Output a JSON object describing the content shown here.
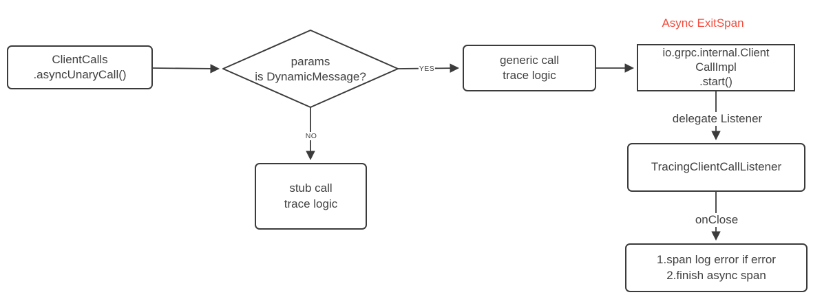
{
  "diagram": {
    "title": {
      "label": "Async ExitSpan",
      "color": "#f54b3c"
    },
    "style": {
      "line_color": "#3b3b3b",
      "text_color": "#3f3f3f",
      "background": "#ffffff"
    },
    "nodes": {
      "client_calls": {
        "line1": "ClientCalls",
        "line2": ".asyncUnaryCall()"
      },
      "decision": {
        "line1": "params",
        "line2": "is DynamicMessage?"
      },
      "generic_call": {
        "line1": "generic call",
        "line2": "trace logic"
      },
      "stub_call": {
        "line1": "stub call",
        "line2": "trace logic"
      },
      "client_call_impl": {
        "line1": "io.grpc.internal.Client",
        "line2": "CallImpl",
        "line3": ".start()"
      },
      "tracing_listener": {
        "line1": "TracingClientCallListener"
      },
      "on_close_actions": {
        "line1": "1.span log error if error",
        "line2": "2.finish async span"
      }
    },
    "edge_labels": {
      "yes": "YES",
      "no": "NO",
      "delegate": "delegate Listener",
      "on_close": "onClose"
    }
  }
}
